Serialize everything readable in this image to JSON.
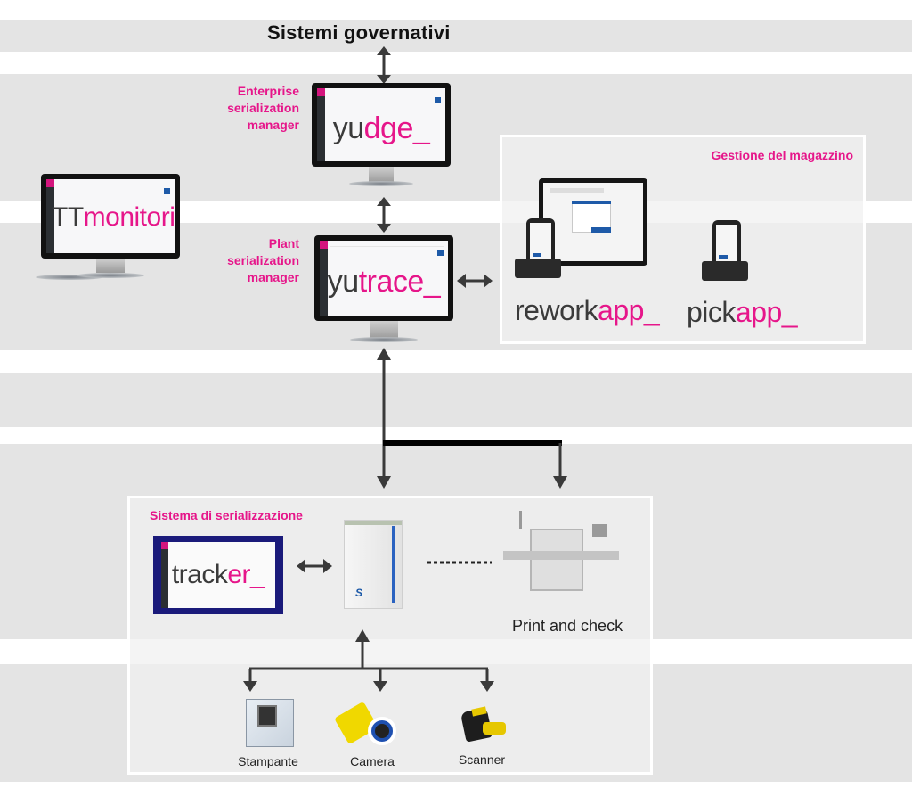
{
  "diagram": {
    "top_title": "Sistemi governativi",
    "accent_color": "#e6168a",
    "enterprise": {
      "label_lines": [
        "Enterprise",
        "serialization",
        "manager"
      ],
      "app_logo": {
        "dark": "yu",
        "pink": "dge_"
      }
    },
    "plant": {
      "label_lines": [
        "Plant",
        "serialization",
        "manager"
      ],
      "app_logo": {
        "dark": "yu",
        "pink": "trace_"
      }
    },
    "monitoring": {
      "app_logo": {
        "dark": "TT",
        "pink": "monitoring_"
      }
    },
    "warehouse": {
      "title": "Gestione del magazzino",
      "apps": [
        {
          "dark": "rework",
          "pink": "app_"
        },
        {
          "dark": "pick",
          "pink": "app_"
        }
      ]
    },
    "serialization_system": {
      "title": "Sistema di serializzazione",
      "app_logo": {
        "dark": "track",
        "pink": "er_"
      },
      "machine_label": "Print and check",
      "devices": [
        {
          "label": "Stampante",
          "icon": "printer-icon"
        },
        {
          "label": "Camera",
          "icon": "camera-icon"
        },
        {
          "label": "Scanner",
          "icon": "scanner-icon"
        }
      ]
    }
  }
}
